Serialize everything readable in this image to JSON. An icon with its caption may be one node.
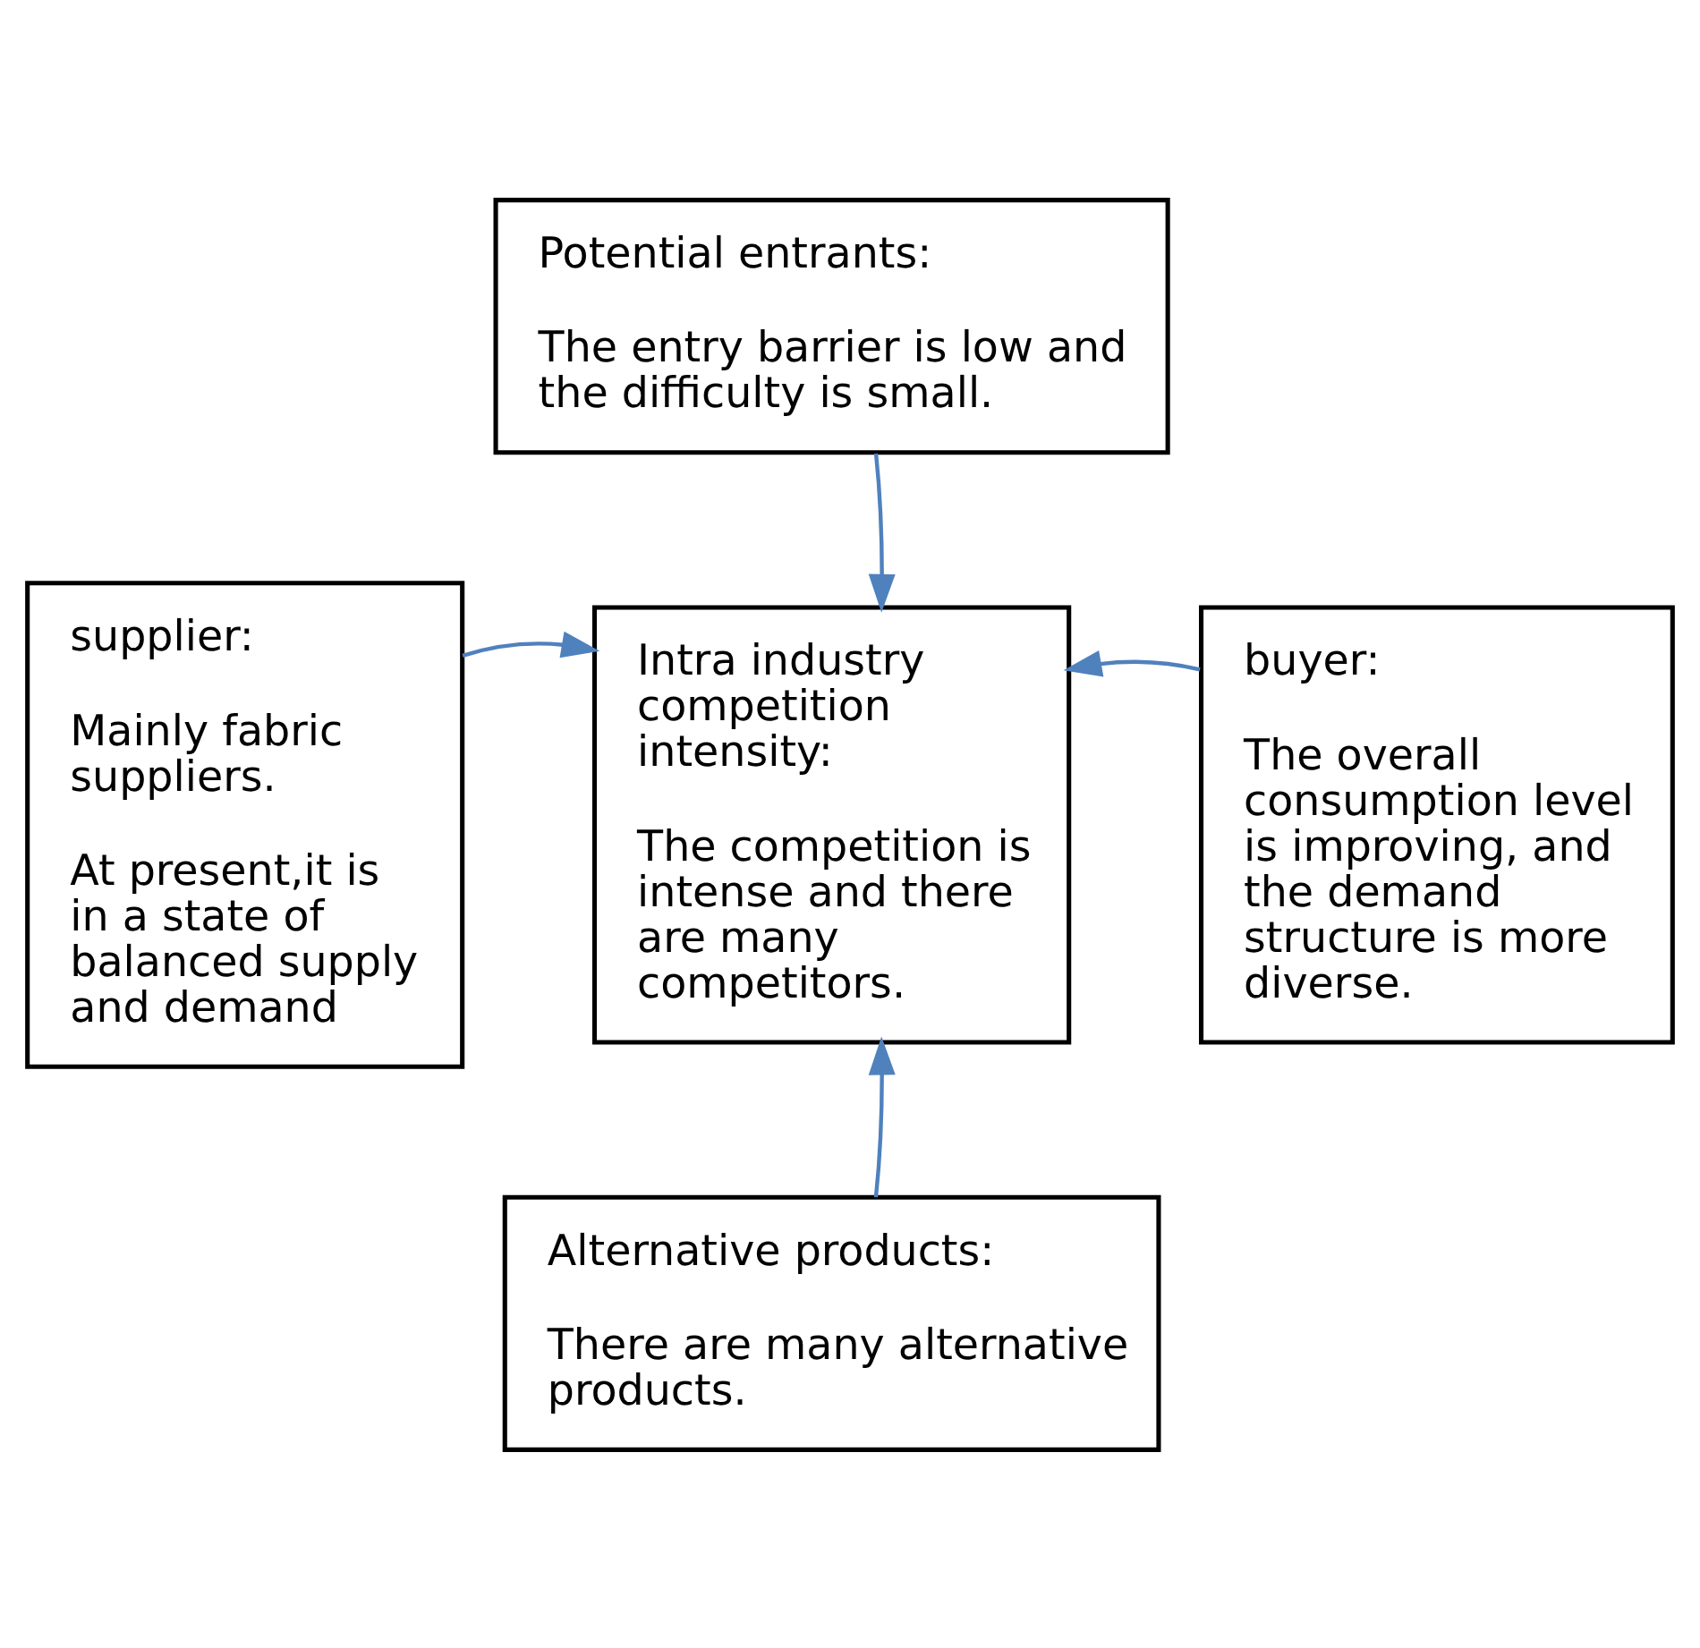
{
  "diagram": {
    "nodes": [
      {
        "text": [
          "Potential entrants:",
          "The entry barrier is low and the difficulty is small."
        ]
      },
      {
        "text": [
          "supplier:",
          "Mainly fabric suppliers.",
          "At present,it is in a state of balanced supply and demand"
        ]
      },
      {
        "text": [
          "Intra industry competition intensity:",
          "The competition is intense and there are many competitors."
        ]
      },
      {
        "text": [
          "buyer:",
          "The overall consumption level is improving, and the demand structure is more diverse."
        ]
      },
      {
        "text": [
          "Alternative products:",
          "There are many alternative products."
        ]
      }
    ],
    "edges": [
      {
        "from": 0,
        "to": 2,
        "arrow": "to"
      },
      {
        "from": 1,
        "to": 2,
        "arrow": "to"
      },
      {
        "from": 3,
        "to": 2,
        "arrow": "to"
      },
      {
        "from": 4,
        "to": 2,
        "arrow": "to"
      }
    ]
  }
}
